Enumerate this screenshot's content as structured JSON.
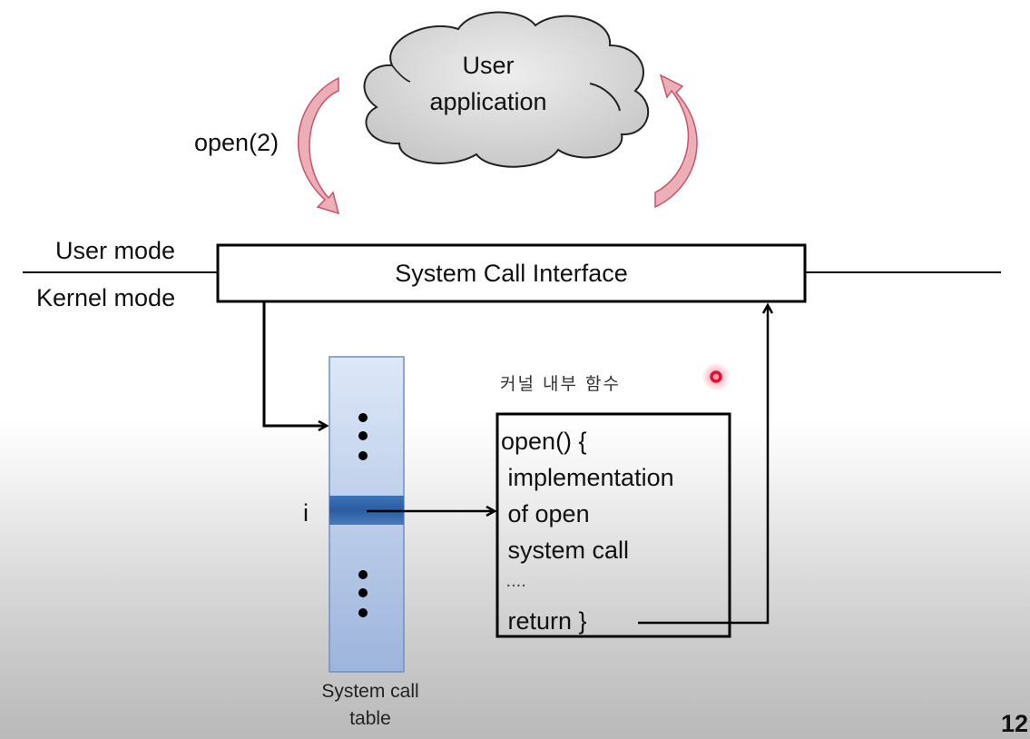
{
  "cloud": {
    "line1": "User",
    "line2": "application"
  },
  "syscall_label": "open(2)",
  "modes": {
    "user": "User mode",
    "kernel": "Kernel mode"
  },
  "interface_box": {
    "title": "System Call Interface"
  },
  "table": {
    "index_label": "i",
    "caption_line1": "System call",
    "caption_line2": "table",
    "fill_light": "#dbe6f7",
    "fill_dark": "#2f63a8"
  },
  "kernel_function": {
    "heading": "커널 내부 함수",
    "lines": [
      "open() {",
      " implementation",
      " of open",
      " system call",
      " ....",
      " return }"
    ]
  },
  "arrows_color": "#e8707f",
  "pointer": {
    "color": "#e0102f"
  },
  "page_number": "12"
}
